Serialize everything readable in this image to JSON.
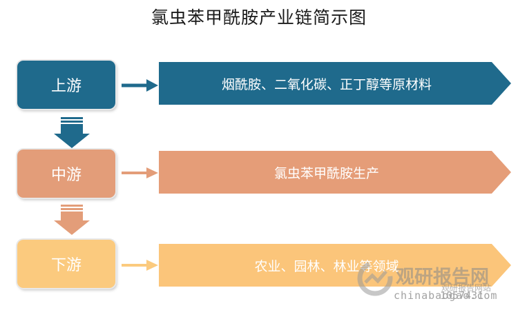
{
  "title": "氯虫苯甲酰胺产业链简示图",
  "colors": {
    "upstream": "#1f6a8c",
    "midstream": "#e39d79",
    "downstream": "#fbca7e",
    "upstream_banner": "#1f6a8c",
    "midstream_banner": "#e59d78",
    "downstream_banner": "#fbc57a"
  },
  "stages": [
    {
      "label": "上游",
      "description": "烟酰胺、二氧化碳、正丁醇等原材料"
    },
    {
      "label": "中游",
      "description": "氯虫苯甲酰胺生产"
    },
    {
      "label": "下游",
      "description": "农业、园林、林业等领域"
    }
  ],
  "watermark": {
    "brand": "观研报告网",
    "site_name": "观研报告网站",
    "url": "chinabaogao.com",
    "number": "1057431"
  }
}
